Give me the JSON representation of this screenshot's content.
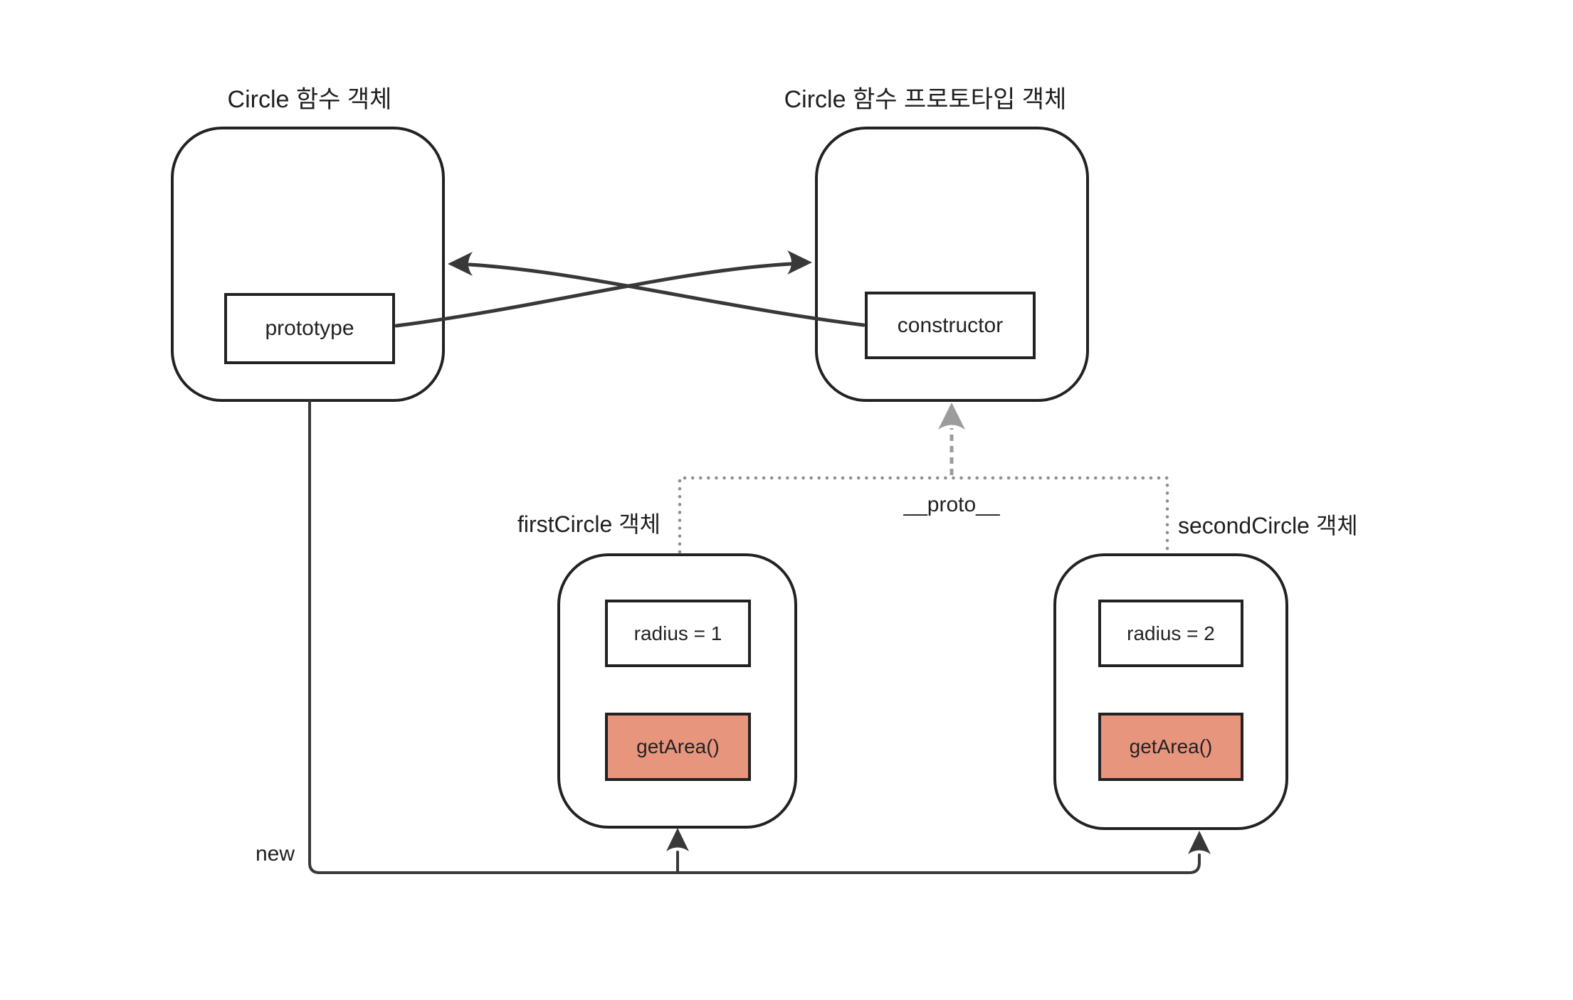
{
  "function_object": {
    "title": "Circle 함수 객체",
    "property_label": "prototype"
  },
  "prototype_object": {
    "title": "Circle 함수 프로토타입 객체",
    "property_label": "constructor"
  },
  "first_instance": {
    "title": "firstCircle 객체",
    "property_label": "radius = 1",
    "method_label": "getArea()"
  },
  "second_instance": {
    "title": "secondCircle 객체",
    "property_label": "radius = 2",
    "method_label": "getArea()"
  },
  "edge_labels": {
    "proto": "__proto__",
    "new": "new"
  },
  "colors": {
    "background": "#ffffff",
    "text": "#1f1f1f",
    "box_border": "#222222",
    "arrow_line": "#383838",
    "gray_dotted_line": "#8f8f8f",
    "gray_arrowhead": "#9c9c9c",
    "method_fill": "#e8957e"
  }
}
